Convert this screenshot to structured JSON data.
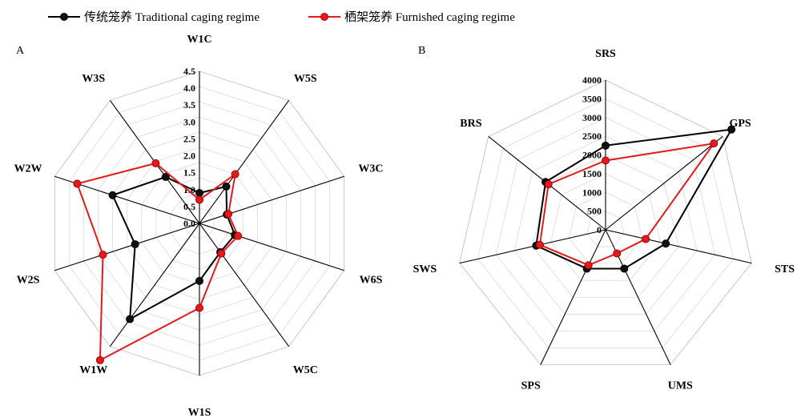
{
  "legend": [
    {
      "label": "传统笼养 Traditional caging regime",
      "color": "#000000"
    },
    {
      "label": "栖架笼养 Furnished caging regime",
      "color": "#e41a1c"
    }
  ],
  "chart_data": [
    {
      "type": "radar",
      "panel": "A",
      "axes": [
        "W1C",
        "W5S",
        "W3C",
        "W6S",
        "W5C",
        "W1S",
        "W1W",
        "W2S",
        "W2W",
        "W3S"
      ],
      "rmax": 4.5,
      "ticks": [
        "0.0",
        "0.5",
        "1.0",
        "1.5",
        "2.0",
        "2.5",
        "3.0",
        "3.5",
        "4.0",
        "4.5"
      ],
      "grid_levels": 10,
      "series": [
        {
          "name": "传统笼养 Traditional caging regime",
          "color": "#000000",
          "values": [
            0.9,
            1.35,
            0.85,
            1.1,
            1.05,
            1.7,
            3.5,
            2.0,
            2.7,
            1.7
          ]
        },
        {
          "name": "栖架笼养 Furnished caging regime",
          "color": "#e41a1c",
          "values": [
            0.7,
            1.8,
            0.9,
            1.2,
            1.1,
            2.5,
            5.0,
            3.0,
            3.8,
            2.2
          ]
        }
      ]
    },
    {
      "type": "radar",
      "panel": "B",
      "axes": [
        "SRS",
        "GPS",
        "STS",
        "UMS",
        "SPS",
        "SWS",
        "BRS"
      ],
      "rmax": 4000,
      "ticks": [
        "0",
        "500",
        "1000",
        "1500",
        "2000",
        "2500",
        "3000",
        "3500",
        "4000"
      ],
      "grid_levels": 8,
      "series": [
        {
          "name": "传统笼养 Traditional caging regime",
          "color": "#000000",
          "values": [
            2250,
            4300,
            1650,
            1150,
            1150,
            1900,
            2050
          ]
        },
        {
          "name": "栖架笼养 Furnished caging regime",
          "color": "#e41a1c",
          "values": [
            1850,
            3700,
            1100,
            700,
            1050,
            1800,
            1950
          ]
        }
      ]
    }
  ]
}
